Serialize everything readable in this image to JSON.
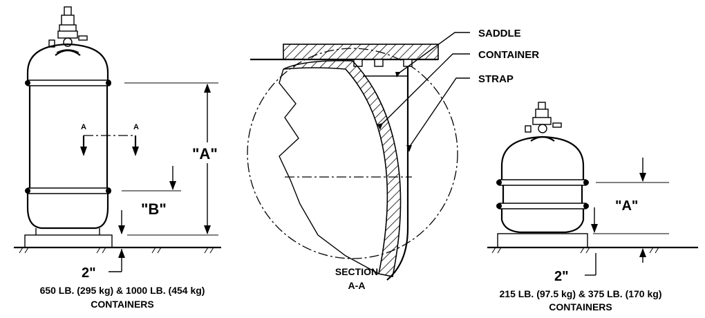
{
  "left_figure": {
    "dim_a": "\"A\"",
    "dim_b": "\"B\"",
    "dim_2in": "2\"",
    "section_mark_left": "A",
    "section_mark_right": "A",
    "caption_line1": "650 LB. (295 kg) & 1000 LB. (454 kg)",
    "caption_line2": "CONTAINERS"
  },
  "section_view": {
    "label_saddle": "SADDLE",
    "label_container": "CONTAINER",
    "label_strap": "STRAP",
    "caption_line1": "SECTION",
    "caption_line2": "A-A"
  },
  "right_figure": {
    "dim_a": "\"A\"",
    "dim_2in": "2\"",
    "caption_line1": "215 LB. (97.5 kg) & 375 LB. (170 kg)",
    "caption_line2": "CONTAINERS"
  }
}
